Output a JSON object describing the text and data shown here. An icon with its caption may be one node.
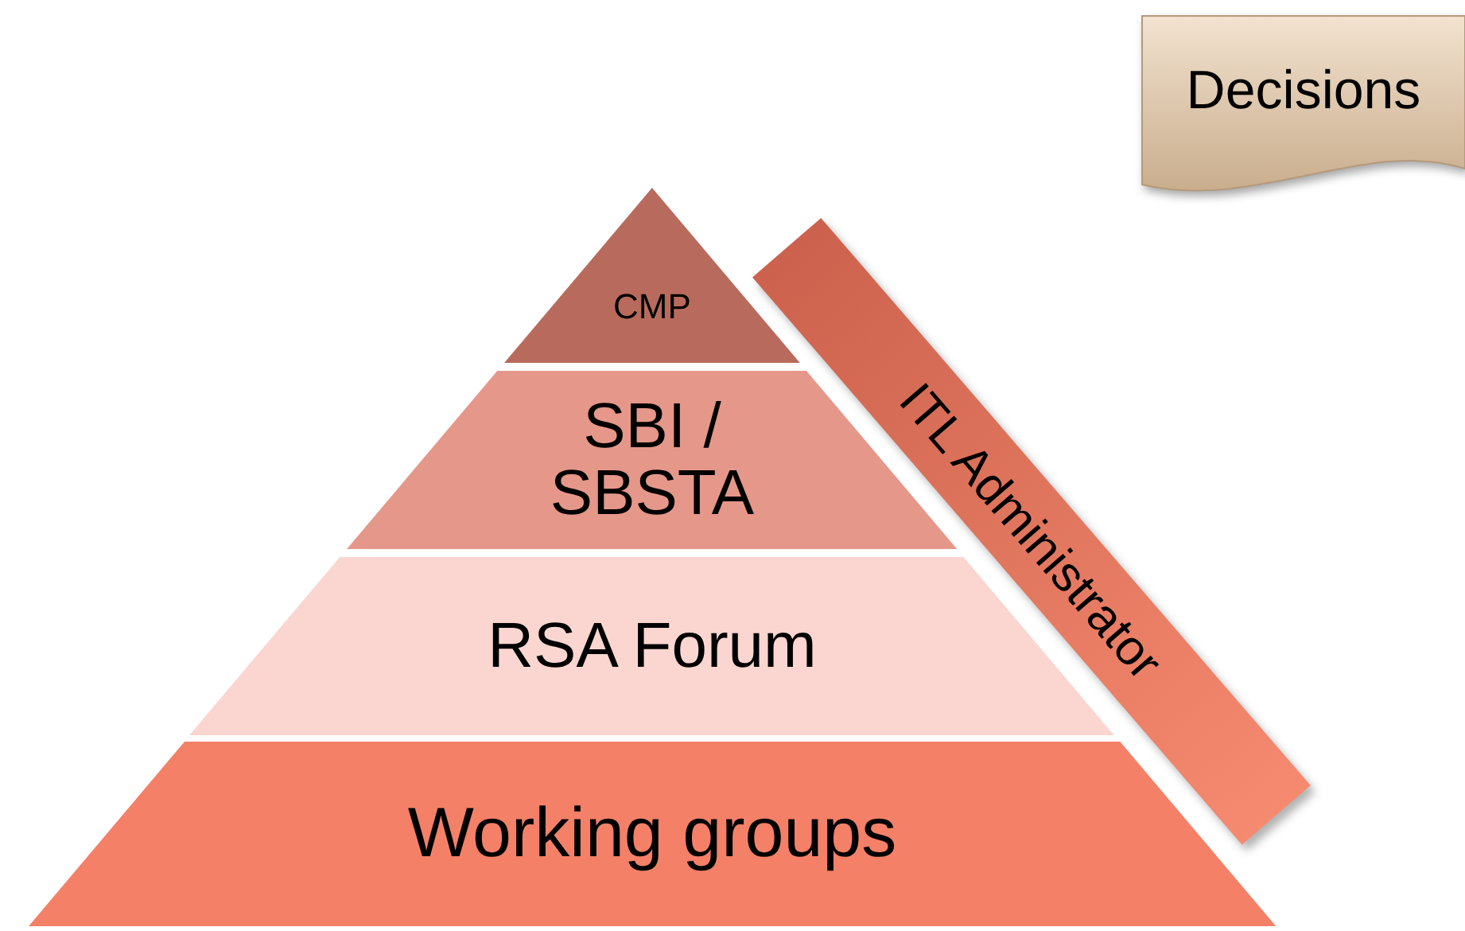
{
  "diagram": {
    "nodes": [
      {
        "text": [
          "Decisions"
        ]
      },
      {
        "text": [
          "ITL Administrator"
        ]
      },
      {
        "text": [
          "CMP"
        ]
      },
      {
        "text": [
          "SBI / SBSTA"
        ]
      },
      {
        "text": [
          "RSA Forum"
        ]
      },
      {
        "text": [
          "Working groups"
        ]
      }
    ]
  }
}
